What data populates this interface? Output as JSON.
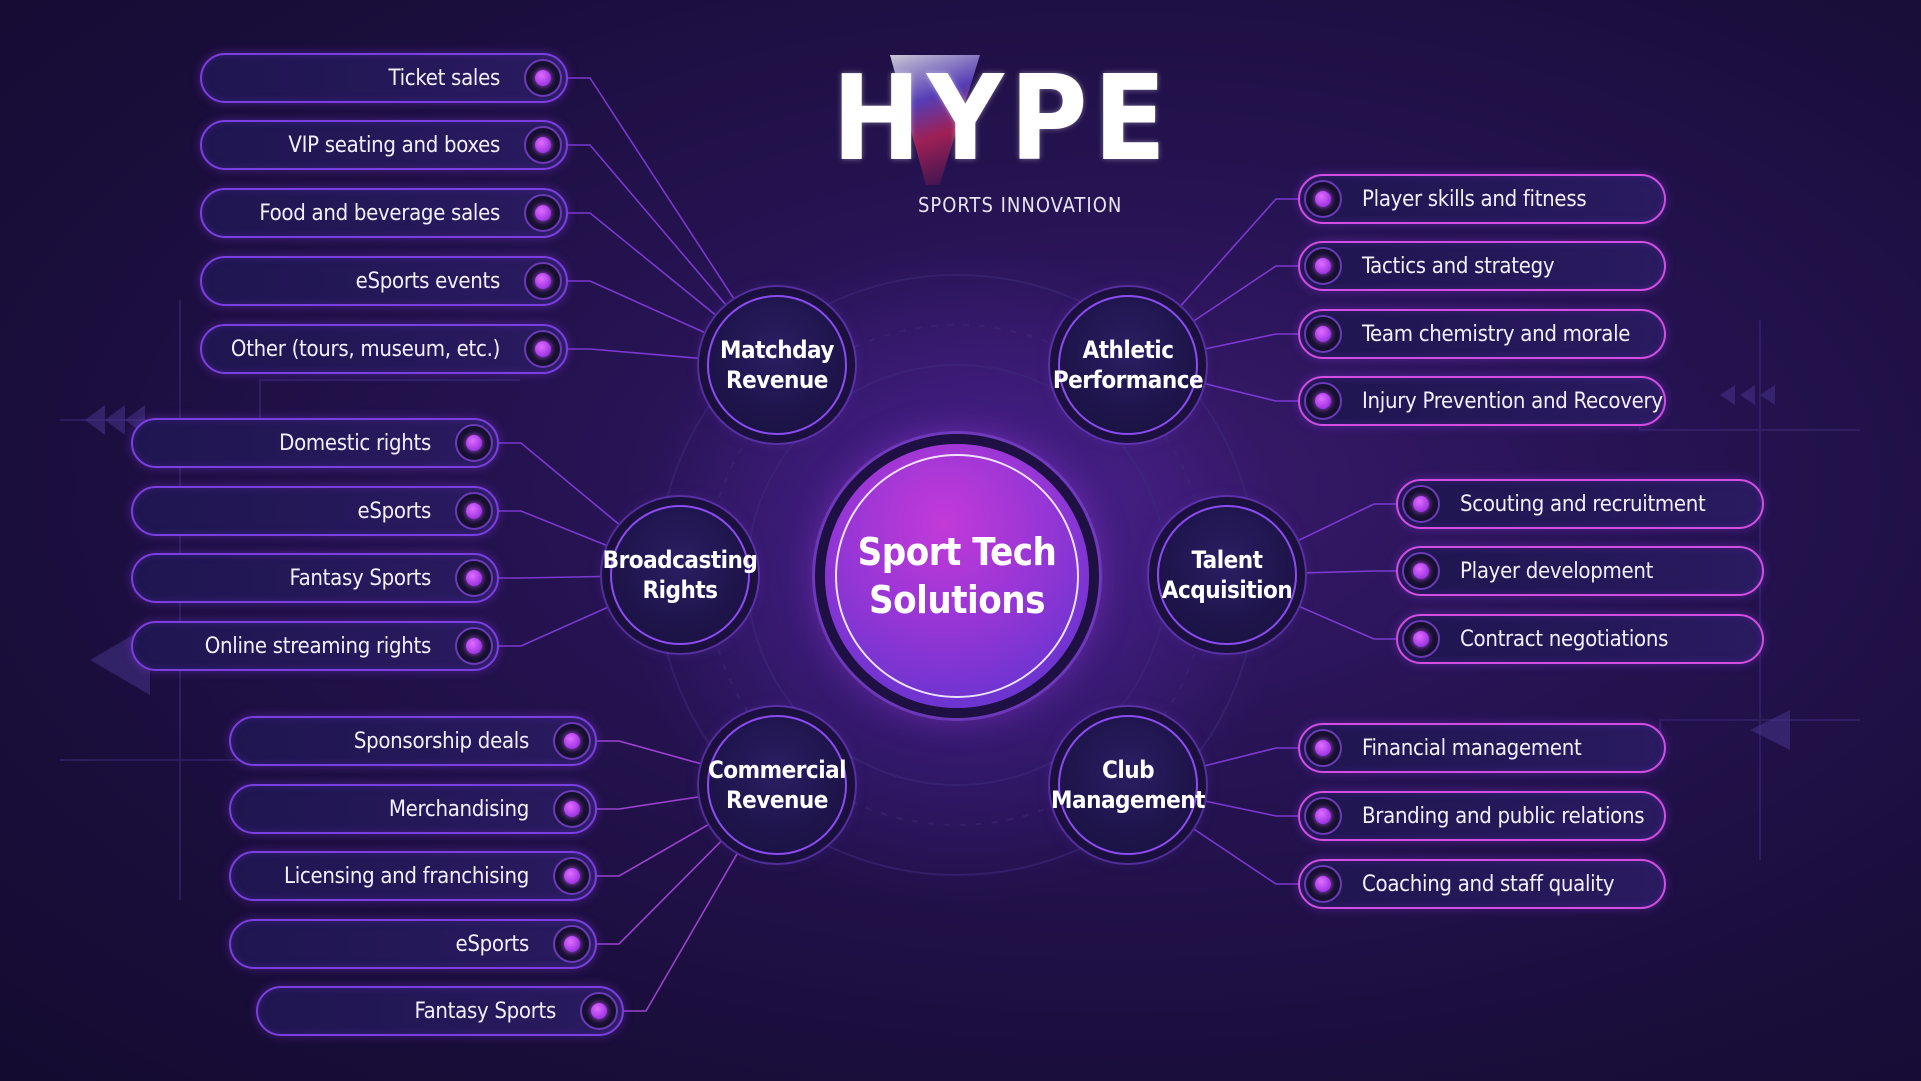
{
  "brand": {
    "logo_word": "HYPE",
    "tagline": "SPORTS INNOVATION"
  },
  "center": {
    "label": "Sport Tech\nSolutions"
  },
  "categories": [
    {
      "id": "matchday",
      "label": "Matchday\nRevenue",
      "items": [
        "Ticket sales",
        "VIP seating and boxes",
        "Food and beverage sales",
        "eSports events",
        "Other (tours, museum, etc.)"
      ]
    },
    {
      "id": "broadcasting",
      "label": "Broadcasting\nRights",
      "items": [
        "Domestic rights",
        "eSports",
        "Fantasy Sports",
        "Online streaming rights"
      ]
    },
    {
      "id": "commercial",
      "label": "Commercial\nRevenue",
      "items": [
        "Sponsorship deals",
        "Merchandising",
        "Licensing and franchising",
        "eSports",
        "Fantasy Sports"
      ]
    },
    {
      "id": "athletic",
      "label": "Athletic\nPerformance",
      "items": [
        "Player skills and fitness",
        "Tactics and strategy",
        "Team chemistry and morale",
        "Injury Prevention and Recovery"
      ]
    },
    {
      "id": "talent",
      "label": "Talent\nAcquisition",
      "items": [
        "Scouting and recruitment",
        "Player development",
        "Contract negotiations"
      ]
    },
    {
      "id": "club",
      "label": "Club\nManagement",
      "items": [
        "Financial management",
        "Branding and public relations",
        "Coaching and staff quality"
      ]
    }
  ],
  "colors": {
    "background": "#1a0e3c",
    "accent_purple": "#8a3fe6",
    "accent_magenta": "#d34ee0",
    "center_fill": "#9a36d6"
  }
}
